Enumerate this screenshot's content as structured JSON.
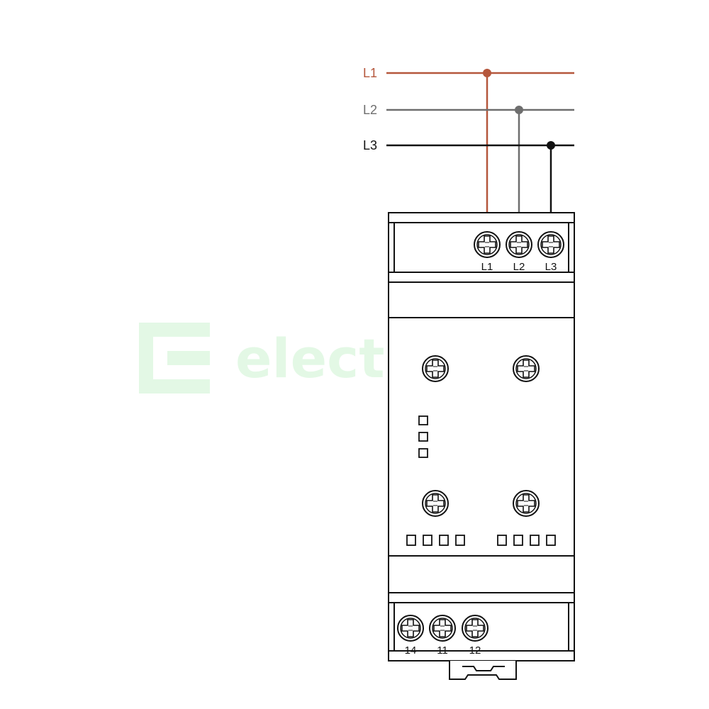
{
  "watermark": {
    "text": "electricon",
    "color": "#2ecc40"
  },
  "supply_lines": [
    {
      "label": "L1",
      "color": "#b5573c"
    },
    {
      "label": "L2",
      "color": "#6e6e6e"
    },
    {
      "label": "L3",
      "color": "#111111"
    }
  ],
  "device": {
    "top_terminals": [
      "L1",
      "L2",
      "L3"
    ],
    "bottom_terminals": [
      "14",
      "11",
      "12"
    ]
  }
}
